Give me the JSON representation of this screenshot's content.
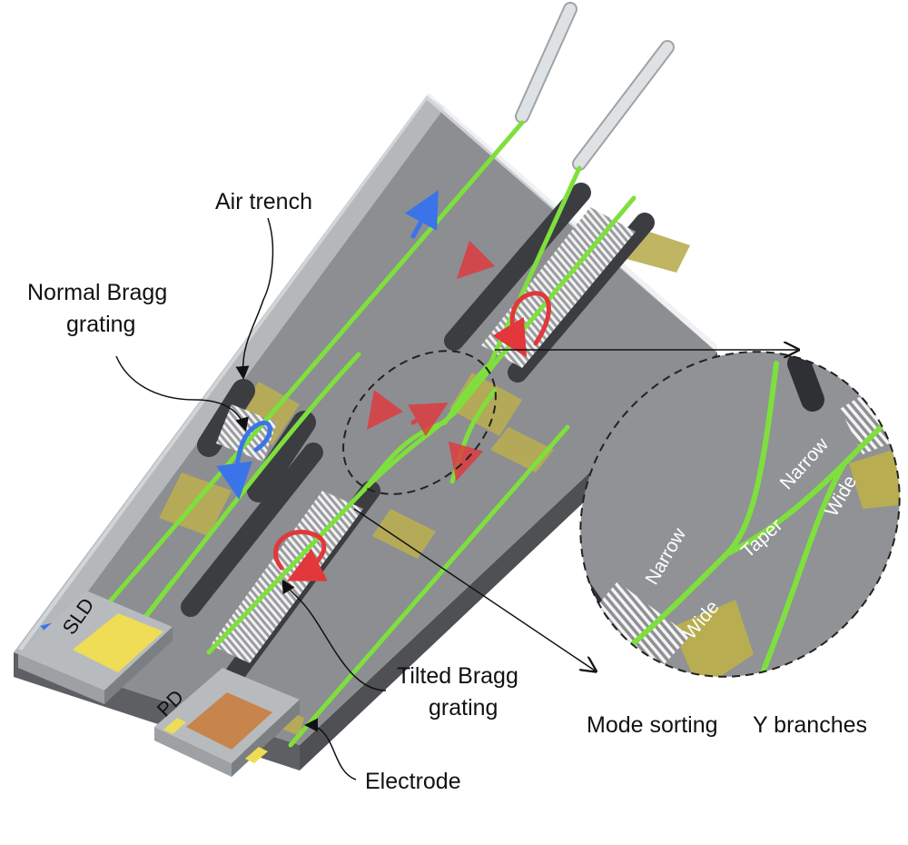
{
  "labels": {
    "air_trench": "Air trench",
    "normal_bragg_line1": "Normal Bragg",
    "normal_bragg_line2": "grating",
    "tilted_bragg_line1": "Tilted Bragg",
    "tilted_bragg_line2": "grating",
    "electrode": "Electrode",
    "mode_sorting": "Mode sorting",
    "y_branches": "Y branches"
  },
  "chip_labels": {
    "sld": "SLD",
    "pd": "PD"
  },
  "inset_labels": {
    "narrow_left": "Narrow",
    "wide_left": "Wide",
    "taper": "Taper",
    "narrow_right": "Narrow",
    "wide_right": "Wide"
  },
  "colors": {
    "waveguide": "#7ee03c",
    "substrate_top": "#8c8e91",
    "substrate_side": "#5d5f62",
    "electrode_pad": "#b9ad52",
    "sld_pad": "#eedd55",
    "pd_pad": "#c7844d",
    "blue_arrow": "#3a74e8",
    "red_arrow": "#e2373b",
    "fiber": "#d9dde0",
    "cover_glass": "#e8ebee"
  }
}
